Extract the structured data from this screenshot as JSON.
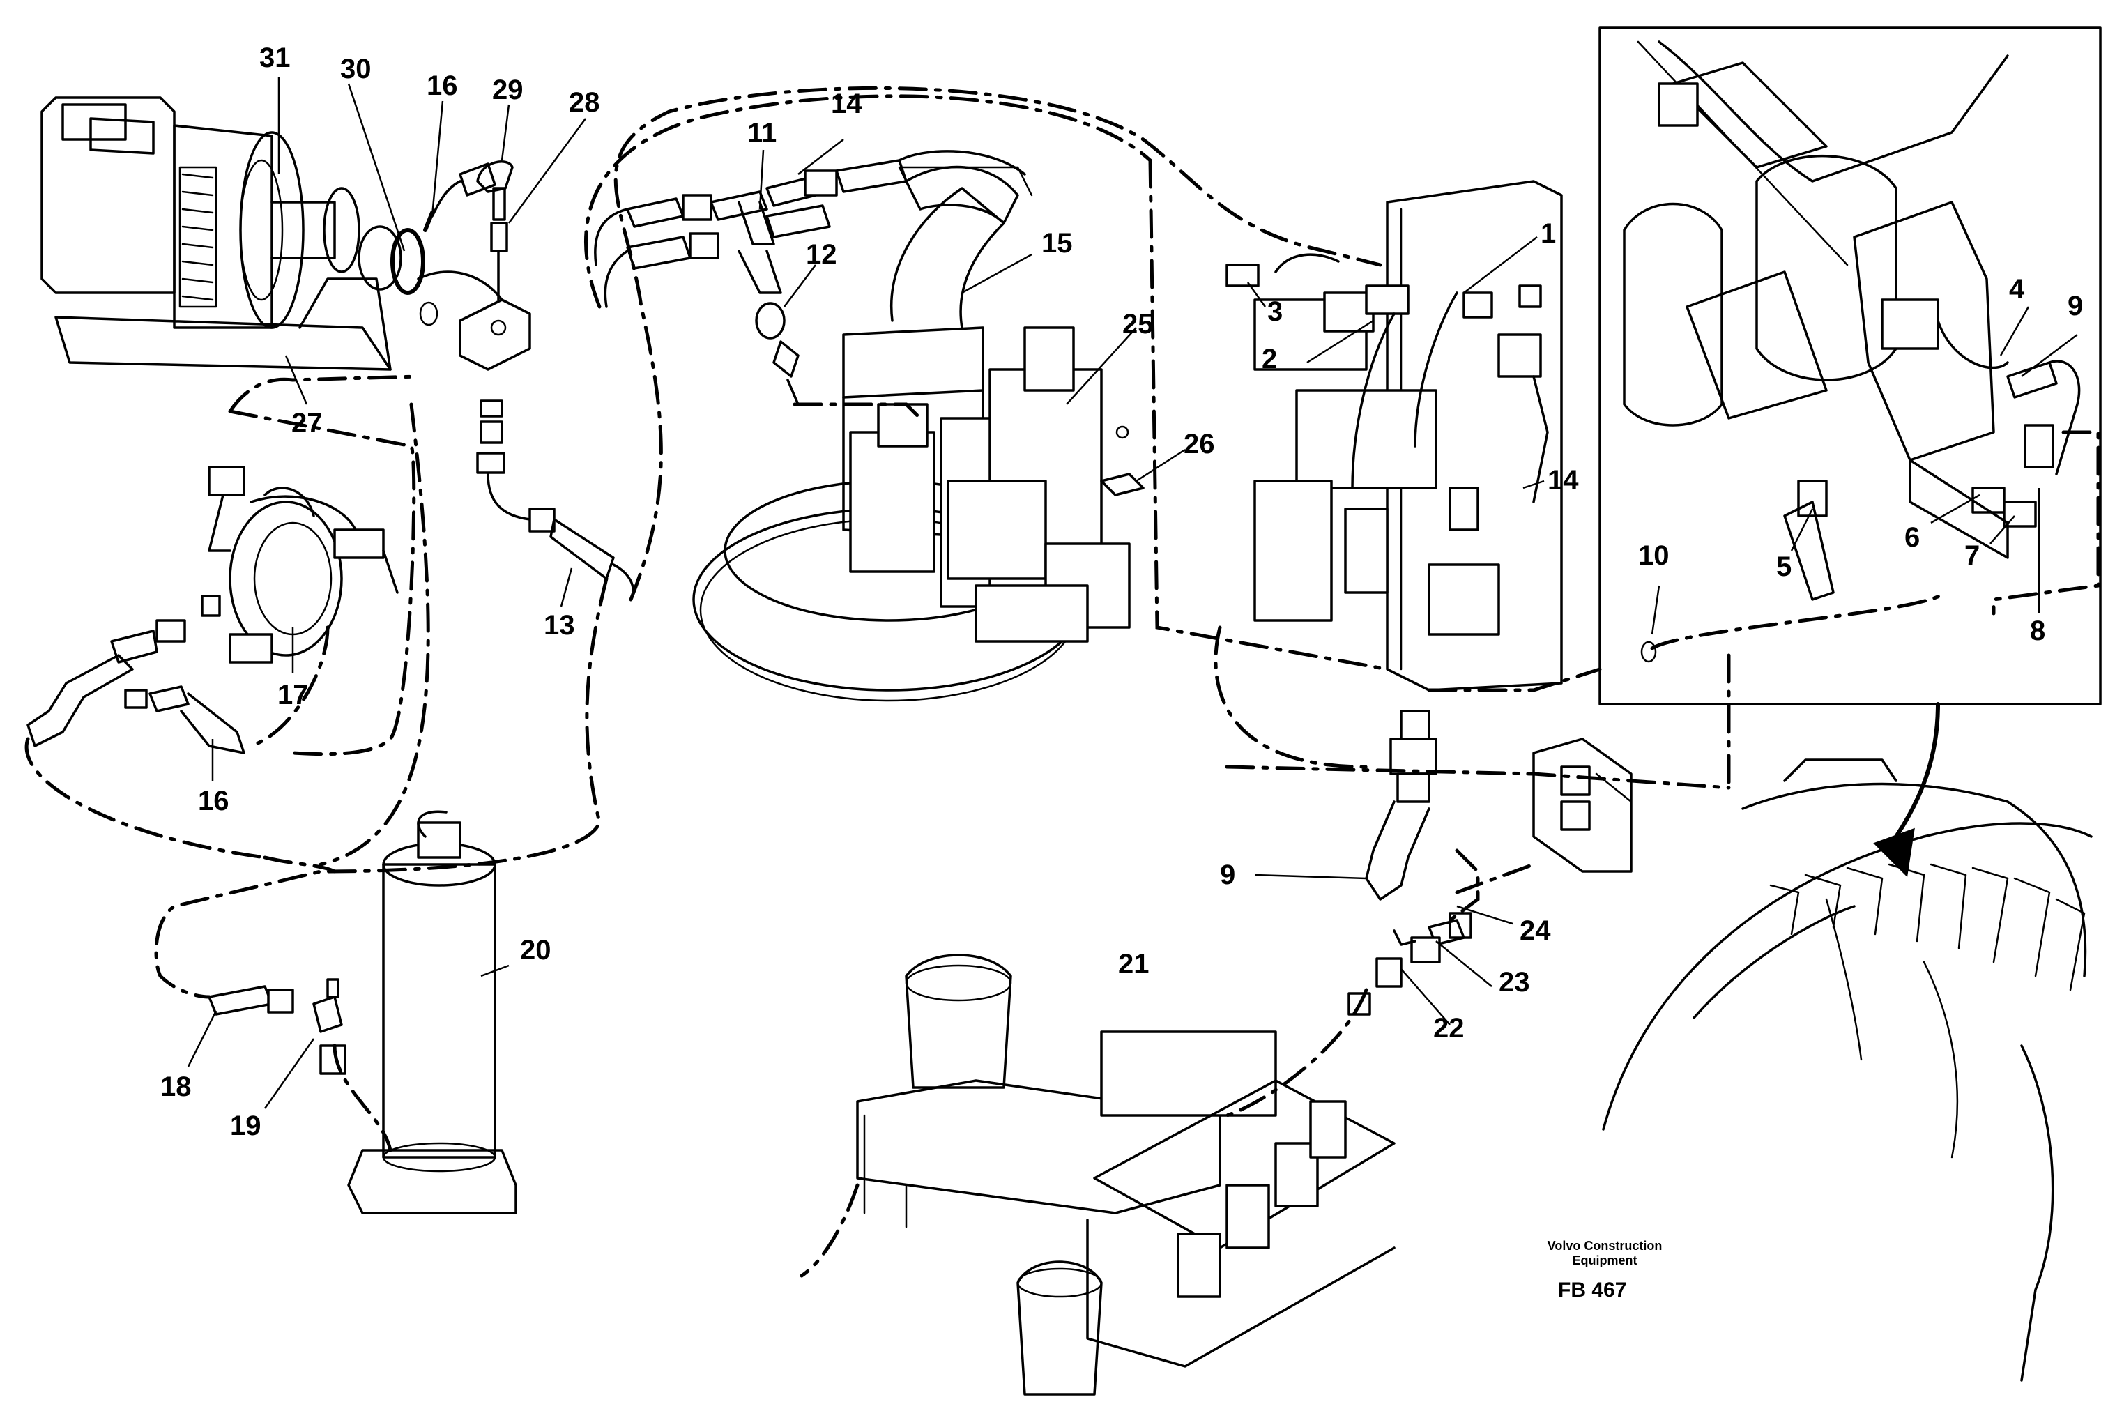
{
  "diagram": {
    "part_numbers": [
      "1",
      "2",
      "3",
      "4",
      "5",
      "6",
      "7",
      "8",
      "9",
      "10",
      "11",
      "12",
      "13",
      "14",
      "15",
      "16",
      "17",
      "18",
      "19",
      "20",
      "21",
      "22",
      "23",
      "24",
      "25",
      "26",
      "27",
      "28",
      "29",
      "30",
      "31"
    ],
    "caption": {
      "line1": "Volvo Construction",
      "line2": "Equipment",
      "figure_code": "FB 467"
    }
  }
}
